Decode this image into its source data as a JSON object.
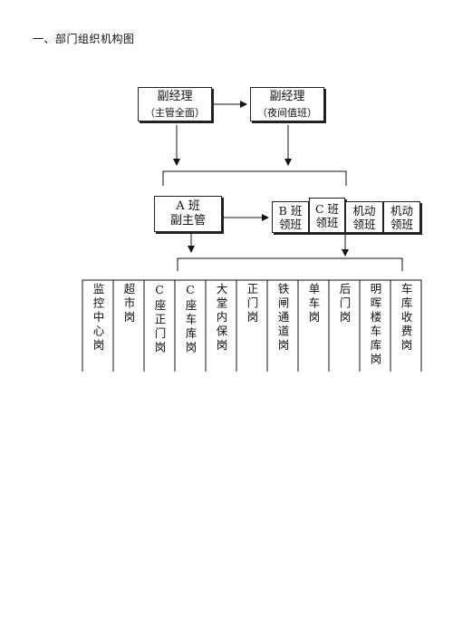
{
  "title": "一、部门组织机构图",
  "nodes": {
    "deputy_general": {
      "title": "副经理",
      "subtitle": "（主管全面）"
    },
    "deputy_night": {
      "title": "副经理",
      "subtitle": "（夜间值班）"
    },
    "a_shift": {
      "line1": "A 班",
      "line2": "副主管"
    },
    "b_shift": {
      "line1": "B 班",
      "line2": "领班"
    },
    "c_shift": {
      "line1": "C 班",
      "line2": "领班"
    },
    "mobile_1": {
      "line1": "机动",
      "line2": "领班"
    },
    "mobile_2": {
      "line1": "机动",
      "line2": "领班"
    }
  },
  "posts": [
    "监控中心岗",
    "超市岗",
    "C座正门岗",
    "C座车库岗",
    "大堂内保岗",
    "正门岗",
    "铁闸通道岗",
    "单车岗",
    "后门岗",
    "明晖楼车库岗",
    "车库收费岗"
  ]
}
